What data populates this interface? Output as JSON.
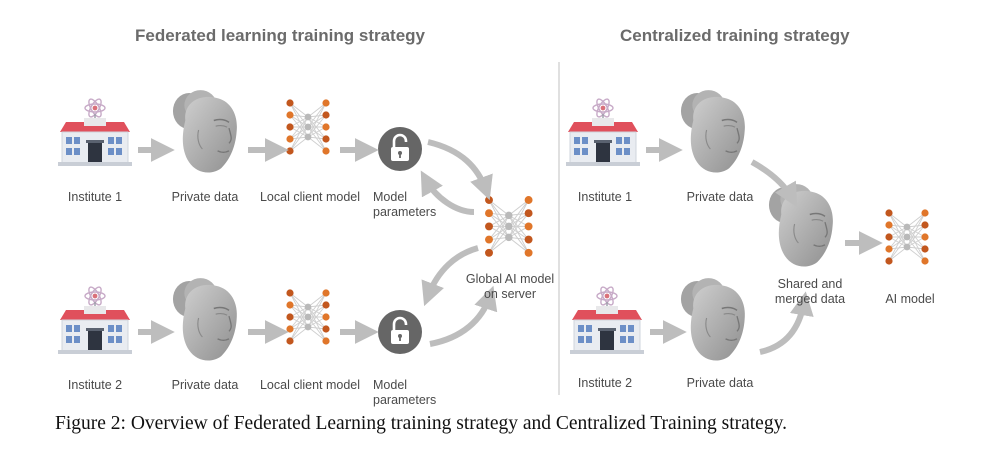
{
  "federated": {
    "title": "Federated learning training strategy",
    "institute_1": "Institute 1",
    "institute_2": "Institute 2",
    "private_data_1": "Private data",
    "private_data_2": "Private data",
    "local_model_1": "Local client model",
    "local_model_2": "Local client model",
    "model_parameters_1_line1": "Model",
    "model_parameters_1_line2": "parameters",
    "model_parameters_2_line1": "Model",
    "model_parameters_2_line2": "parameters",
    "global_model_line1": "Global AI model",
    "global_model_line2": "on server"
  },
  "centralized": {
    "title": "Centralized training strategy",
    "institute_1": "Institute 1",
    "institute_2": "Institute 2",
    "private_data_1": "Private data",
    "private_data_2": "Private data",
    "shared_line1": "Shared and",
    "shared_line2": "merged data",
    "ai_model": "AI model"
  },
  "caption": "Figure 2: Overview of Federated Learning training strategy and Centralized Training strategy.",
  "colors": {
    "arrow": "#bdbdbd",
    "node_orange": "#e0762a",
    "node_dark_orange": "#c2571e",
    "node_gray": "#b9b9b9",
    "roof": "#e0505c",
    "lock_circle": "#666666",
    "divider": "#d6d6d6",
    "face_light": "#cfcfcf",
    "face_dark": "#8f8f8f"
  },
  "icons": [
    "institute-icon",
    "face-icon",
    "neural-network-icon",
    "lock-icon"
  ]
}
